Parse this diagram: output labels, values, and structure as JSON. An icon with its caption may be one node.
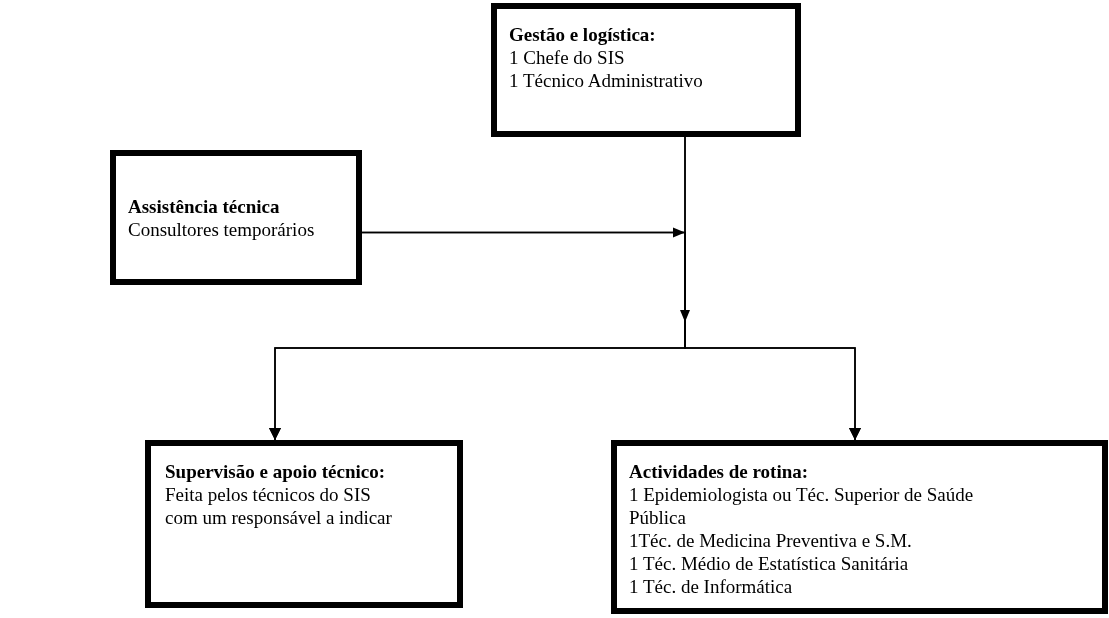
{
  "diagram": {
    "nodes": [
      {
        "text": [
          "Gestão e logística:",
          "1 Chefe do SIS",
          "1 Técnico Administrativo"
        ]
      },
      {
        "text": [
          "Assistência técnica",
          "Consultores temporários"
        ]
      },
      {
        "text": [
          "Supervisão e apoio técnico:",
          "Feita pelos técnicos do SIS com um responsável a indicar"
        ]
      },
      {
        "text": [
          "Actividades de rotina:",
          "1 Epidemiologista ou Téc. Superior de Saúde Pública",
          "1Téc. de Medicina Preventiva e S.M.",
          "1 Téc. Médio de Estatística Sanitária",
          "1 Téc. de Informática"
        ]
      }
    ],
    "edges": [
      {
        "from": 0,
        "to": 2,
        "arrow": "to"
      },
      {
        "from": 0,
        "to": 3,
        "arrow": "to"
      },
      {
        "from": 1,
        "to": 2,
        "arrow": "to"
      },
      {
        "from": 1,
        "to": 3,
        "arrow": "to"
      }
    ]
  }
}
